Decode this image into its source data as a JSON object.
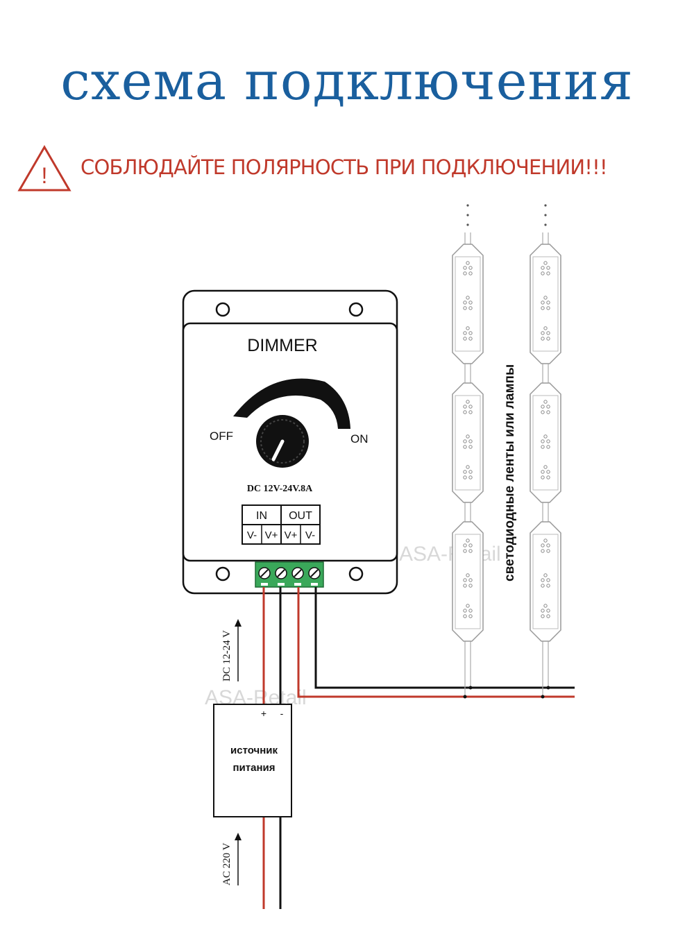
{
  "title": "схема подключения",
  "warning": {
    "icon": "warning-triangle-icon",
    "icon_symbol": "!",
    "text": "СОБЛЮДАЙТЕ ПОЛЯРНОСТЬ ПРИ ПОДКЛЮЧЕНИИ!!!",
    "color": "#c0392b"
  },
  "dimmer": {
    "name": "DIMMER",
    "off_label": "OFF",
    "on_label": "ON",
    "spec": "DC 12V-24V.8A",
    "in_label": "IN",
    "out_label": "OUT",
    "pins": [
      "V-",
      "V+",
      "V+",
      "V-"
    ]
  },
  "led_label": "светодиодные ленты или лампы",
  "dc_label": "DC 12-24 V",
  "ac_label": "AC 220 V",
  "psu": {
    "line1": "источник",
    "line2": "питания",
    "plus": "+",
    "minus": "-"
  },
  "watermark": "ASA-Retail",
  "colors": {
    "title": "#1a5f9e",
    "warning": "#c0392b",
    "wire_red": "#c0392b",
    "wire_black": "#111111",
    "terminal": "#3aa85a"
  }
}
